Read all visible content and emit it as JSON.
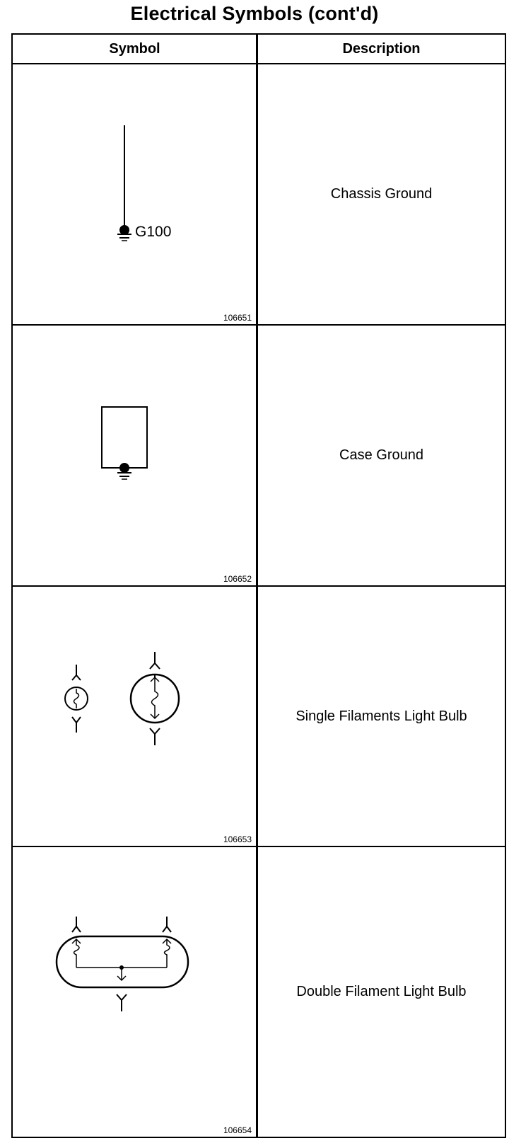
{
  "title": "Electrical Symbols (cont'd)",
  "header": {
    "symbol_label": "Symbol",
    "description_label": "Description"
  },
  "rows": [
    {
      "description": "Chassis Ground",
      "figure_id": "106651",
      "label": "G100",
      "icon": "chassis-ground-symbol"
    },
    {
      "description": "Case Ground",
      "figure_id": "106652",
      "icon": "case-ground-symbol"
    },
    {
      "description": "Single Filaments Light Bulb",
      "figure_id": "106653",
      "icon": "single-filament-bulb-symbol"
    },
    {
      "description": "Double Filament Light Bulb",
      "figure_id": "106654",
      "icon": "double-filament-bulb-symbol"
    }
  ]
}
